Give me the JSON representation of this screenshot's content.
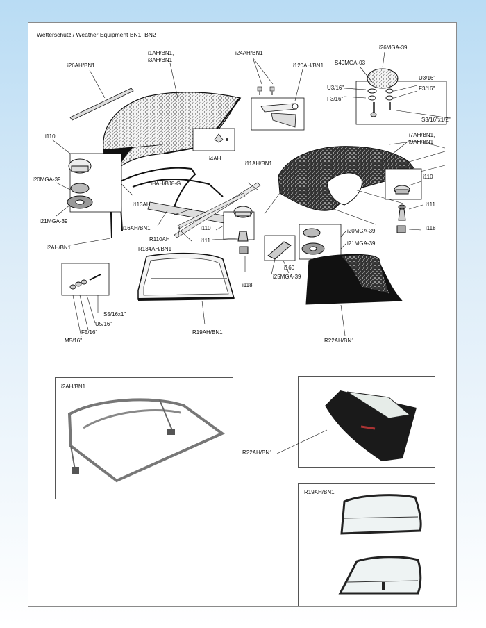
{
  "title": "Wetterschutz / Weather Equipment BN1, BN2",
  "labels": {
    "i26AH_BN1": "i26AH/BN1",
    "i1AH_l1": "i1AH/BN1,",
    "i1AH_l2": "i3AH/BN1",
    "i24AH_BN1": "i24AH/BN1",
    "i120AH_BN1": "i120AH/BN1",
    "S49MGA_03": "S49MGA-03",
    "i26MGA_39": "i26MGA-39",
    "U3_16_left": "U3/16\"",
    "F3_16_left": "F3/16\"",
    "U3_16_right": "U3/16\"",
    "F3_16_right": "F3/16\"",
    "S3_16": "S3/16\"x1/2\"",
    "i7AH_l1": "i7AH/BN1,",
    "i7AH_l2": "i9AH/BN1",
    "i110_a": "i110",
    "i110_b": "i110",
    "i110_c": "i110",
    "i20MGA_39_a": "i20MGA-39",
    "i20MGA_39_b": "i20MGA-39",
    "i21MGA_39_a": "i21MGA-39",
    "i21MGA_39_b": "i21MGA-39",
    "i4AH": "i4AH",
    "i11AH_BN1": "i11AH/BN1",
    "i8AH_BJ8G": "i8AH/BJ8-G",
    "i113AH": "i113AH",
    "i16AH_BN1": "i16AH/BN1",
    "R110AH": "R110AH",
    "R134AH_BN1": "R134AH/BN1",
    "i2AH_BN1": "i2AH/BN1",
    "i111_a": "i111",
    "i111_b": "i111",
    "i118_a": "i118",
    "i118_b": "i118",
    "i160": "i160",
    "i25MGA_39": "i25MGA-39",
    "S5_16x1": "S5/16x1\"",
    "U5_16": "U5/16\"",
    "F5_16": "F5/16\"",
    "M5_16": "M5/16\"",
    "R19AH_BN1": "R19AH/BN1",
    "R22AH_BN1": "R22AH/BN1"
  },
  "photos": {
    "frame_caption": "i2AH/BN1",
    "sidescreen_pack_label": "R22AH/BN1",
    "sidescreen_caption": "R19AH/BN1"
  }
}
